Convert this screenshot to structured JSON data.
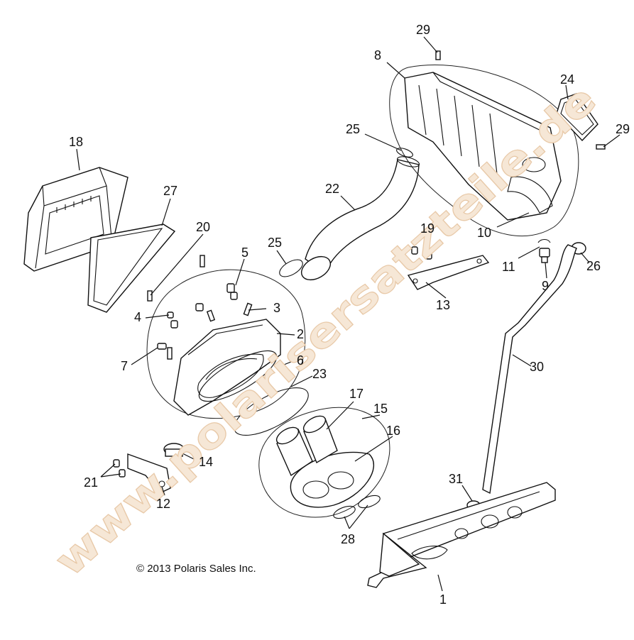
{
  "copyright": "© 2013 Polaris Sales Inc.",
  "watermark": "www.polarisersatzteile.de",
  "callouts": {
    "c1": "1",
    "c2": "2",
    "c3": "3",
    "c4": "4",
    "c5": "5",
    "c6": "6",
    "c7": "7",
    "c8": "8",
    "c9": "9",
    "c10": "10",
    "c11": "11",
    "c12": "12",
    "c13": "13",
    "c14": "14",
    "c15": "15",
    "c16": "16",
    "c17": "17",
    "c18": "18",
    "c19": "19",
    "c20": "20",
    "c21": "21",
    "c22": "22",
    "c23": "23",
    "c24": "24",
    "c25a": "25",
    "c25b": "25",
    "c26": "26",
    "c27": "27",
    "c28": "28",
    "c29a": "29",
    "c29b": "29",
    "c30": "30",
    "c31": "31"
  }
}
